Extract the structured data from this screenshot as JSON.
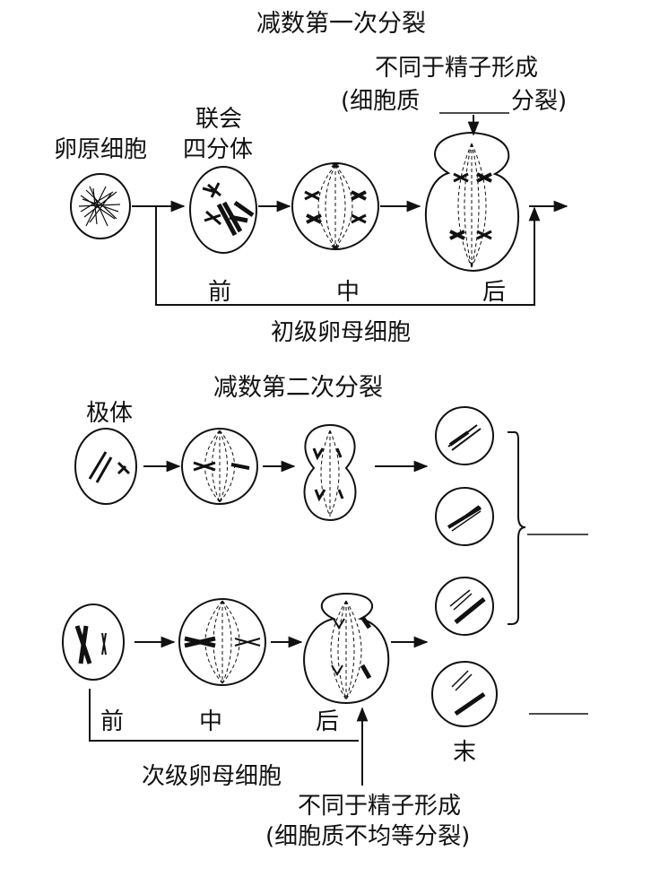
{
  "meiosis1": {
    "title": "减数第一次分裂",
    "oogonium": "卵原细胞",
    "synapsis": "联会",
    "tetrad": "四分体",
    "note_line1": "不同于精子形成",
    "note_line2_left": "(细胞质",
    "note_line2_right": "分裂)",
    "stage_prophase": "前",
    "stage_metaphase": "中",
    "stage_anaphase": "后",
    "cell_name": "初级卵母细胞"
  },
  "meiosis2": {
    "title": "减数第二次分裂",
    "polar_body": "极体",
    "stage_prophase": "前",
    "stage_metaphase": "中",
    "stage_anaphase": "后",
    "stage_telophase": "末",
    "cell_name": "次级卵母细胞",
    "note_line1": "不同于精子形成",
    "note_line2": "(细胞质不均等分裂)"
  },
  "colors": {
    "ink": "#111111",
    "background": "#ffffff"
  }
}
